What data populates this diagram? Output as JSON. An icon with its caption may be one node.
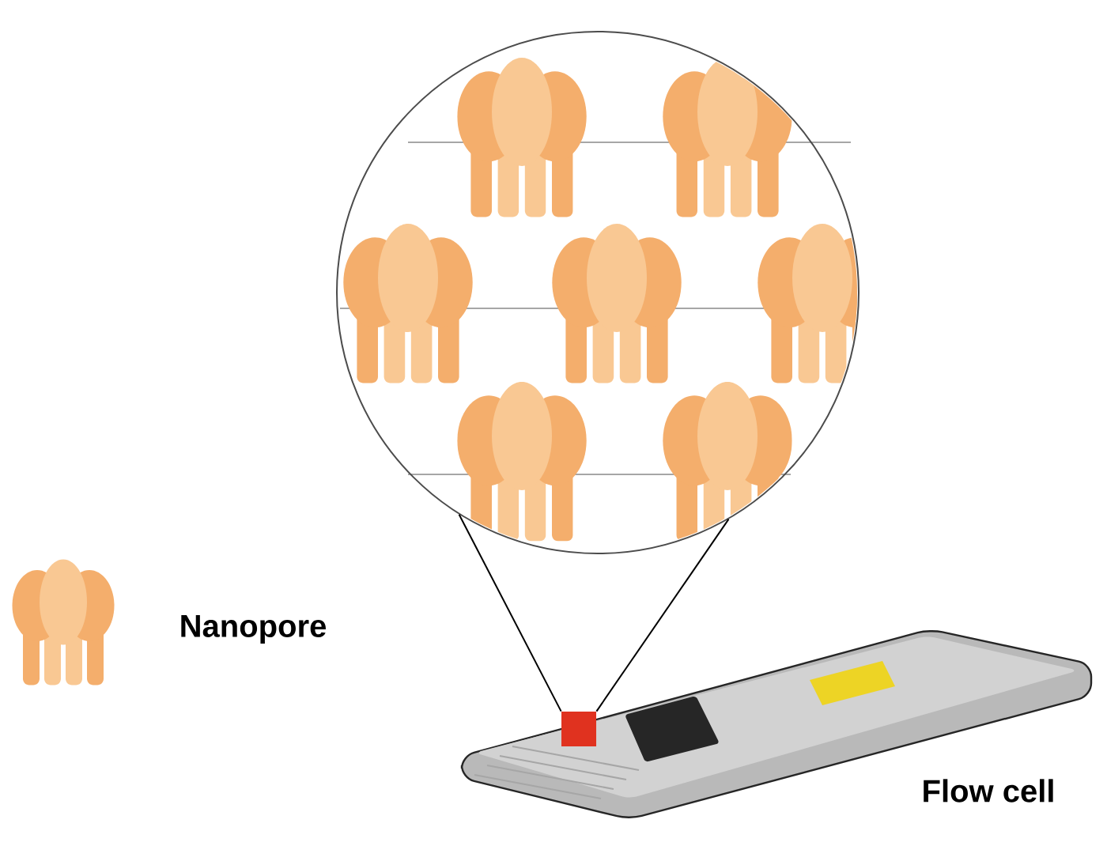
{
  "diagram": {
    "nodes": [
      {
        "text": [],
        "shape": "circle"
      },
      {
        "text": [],
        "shape": "picture",
        "beside": [
          "Flow cell"
        ]
      },
      {
        "text": [],
        "shape": "box",
        "in": 1
      },
      {
        "text": [],
        "shape": "picture",
        "beside": [
          "Nanopore"
        ]
      }
    ],
    "edges": [
      {
        "from": 2,
        "to": 0,
        "arrow": "none"
      },
      {
        "from": 2,
        "to": 0,
        "arrow": "none"
      }
    ]
  }
}
